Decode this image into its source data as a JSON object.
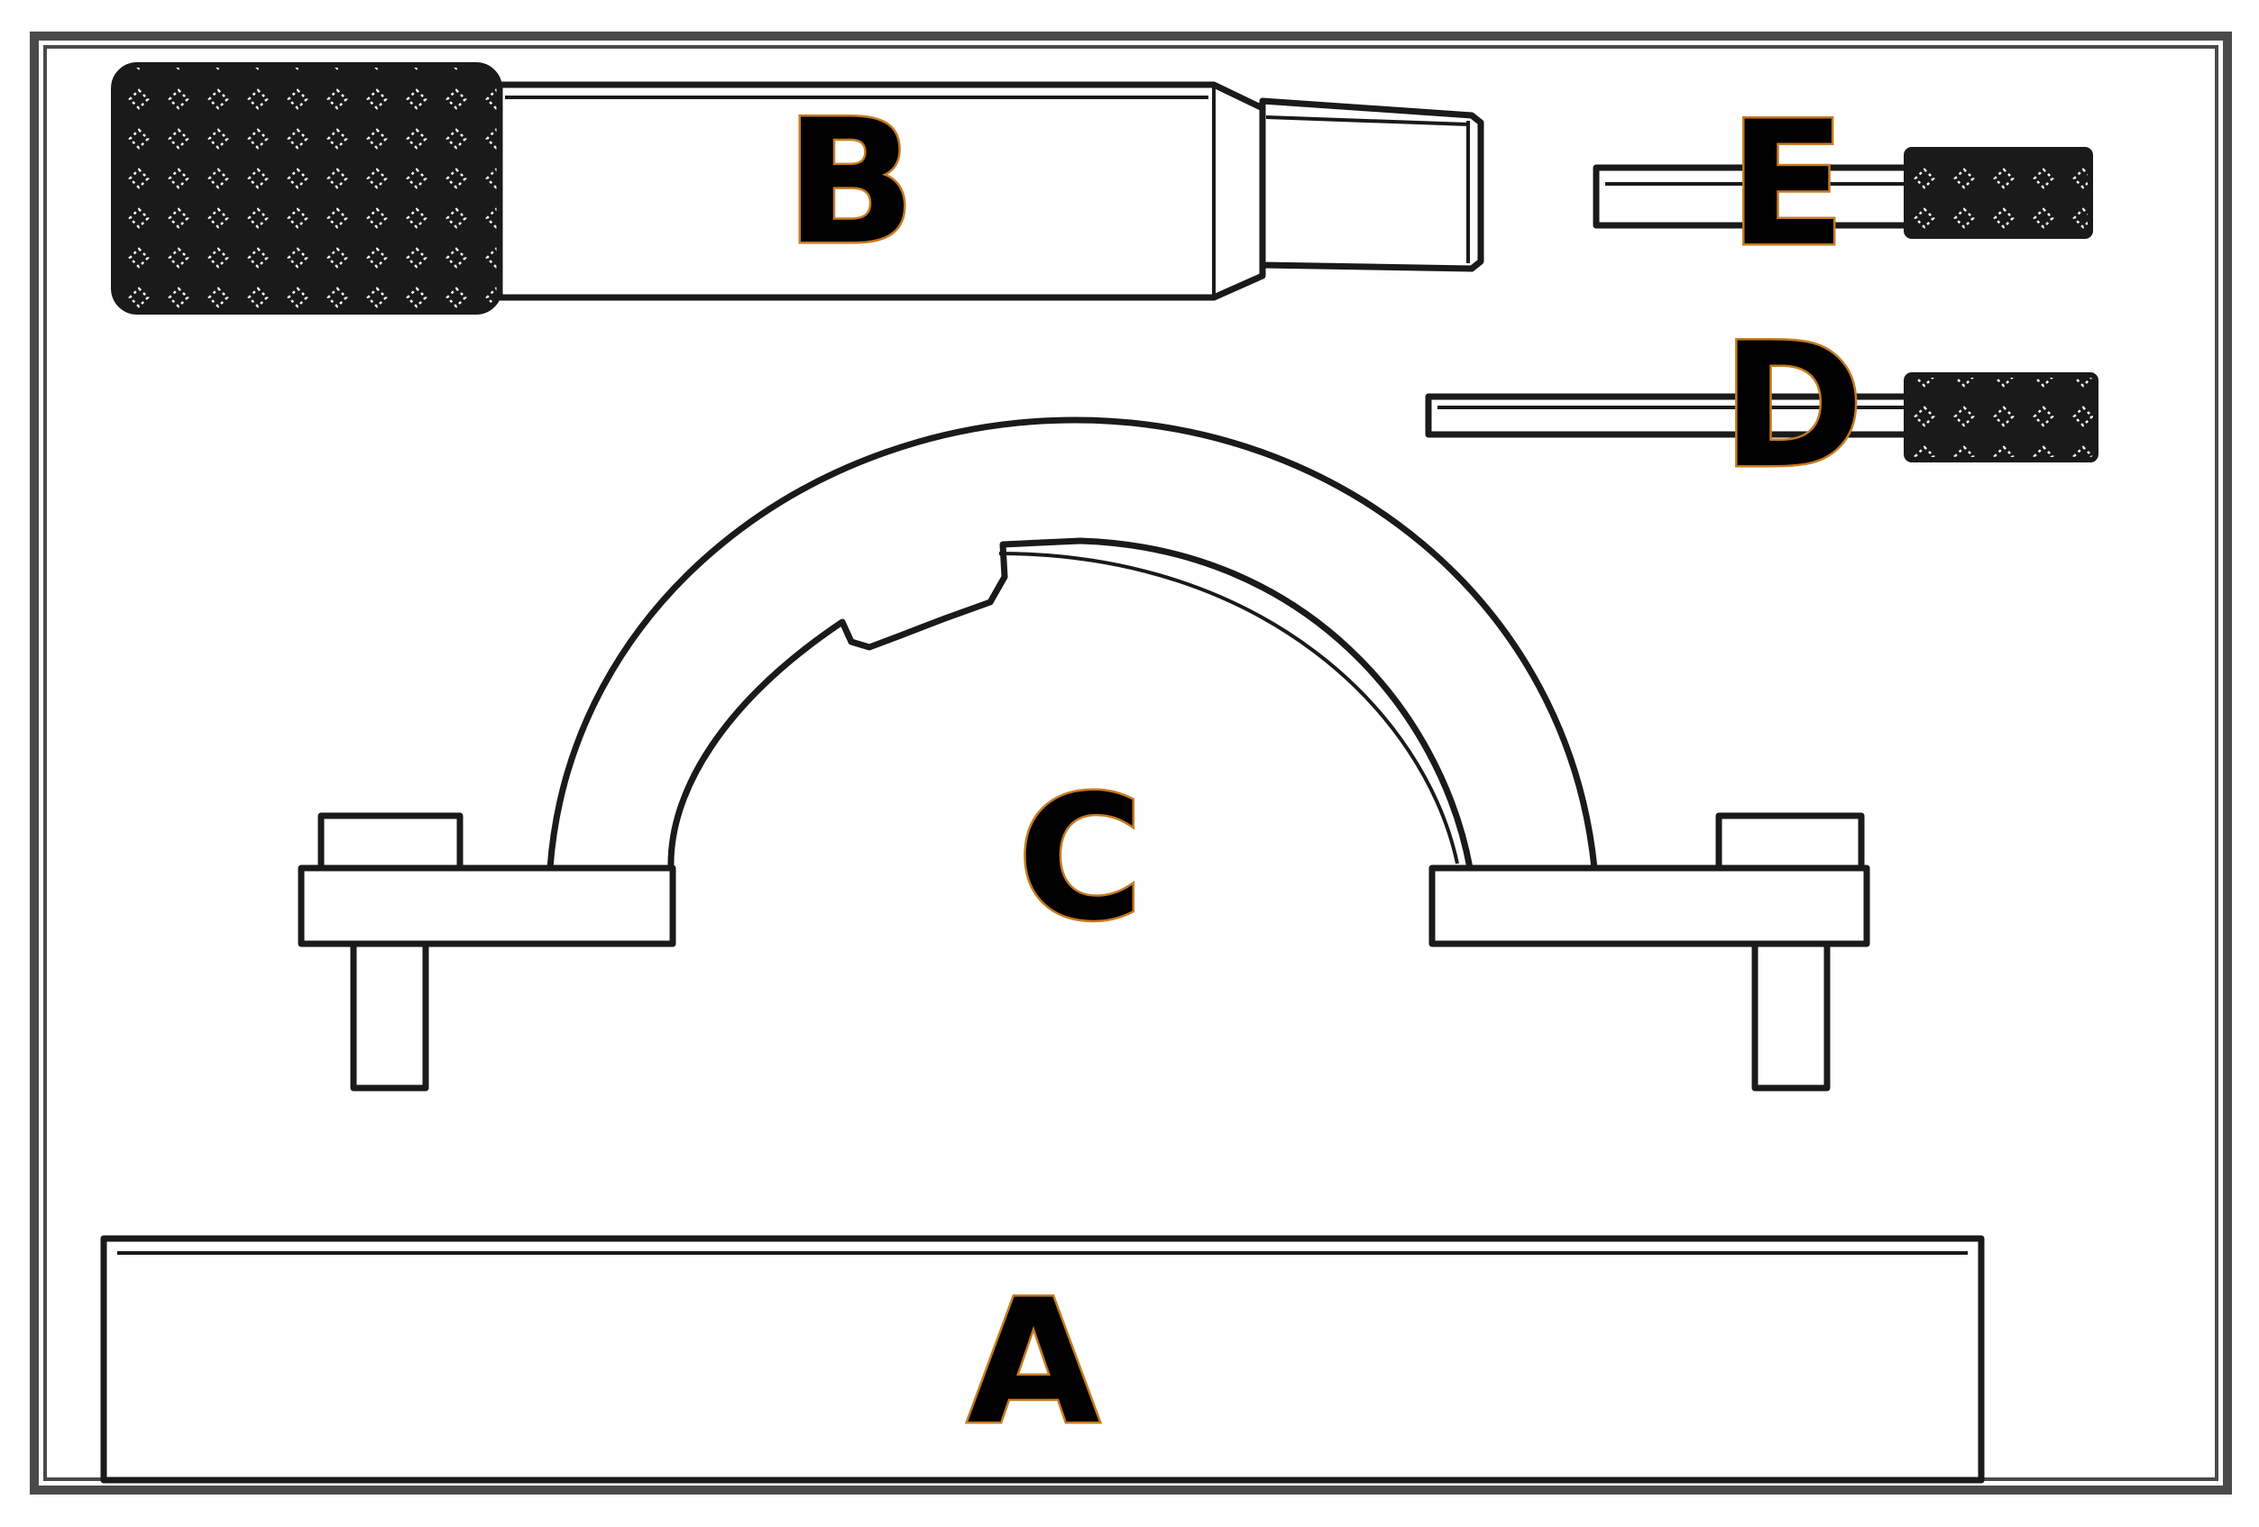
{
  "labels": {
    "a": "A",
    "b": "B",
    "c": "C",
    "d": "D",
    "e": "E"
  },
  "colors": {
    "line": "#1a1a1a",
    "knurl_fill": "#1a1a1a",
    "background": "#ffffff",
    "label_outline": "#c77a1f"
  }
}
